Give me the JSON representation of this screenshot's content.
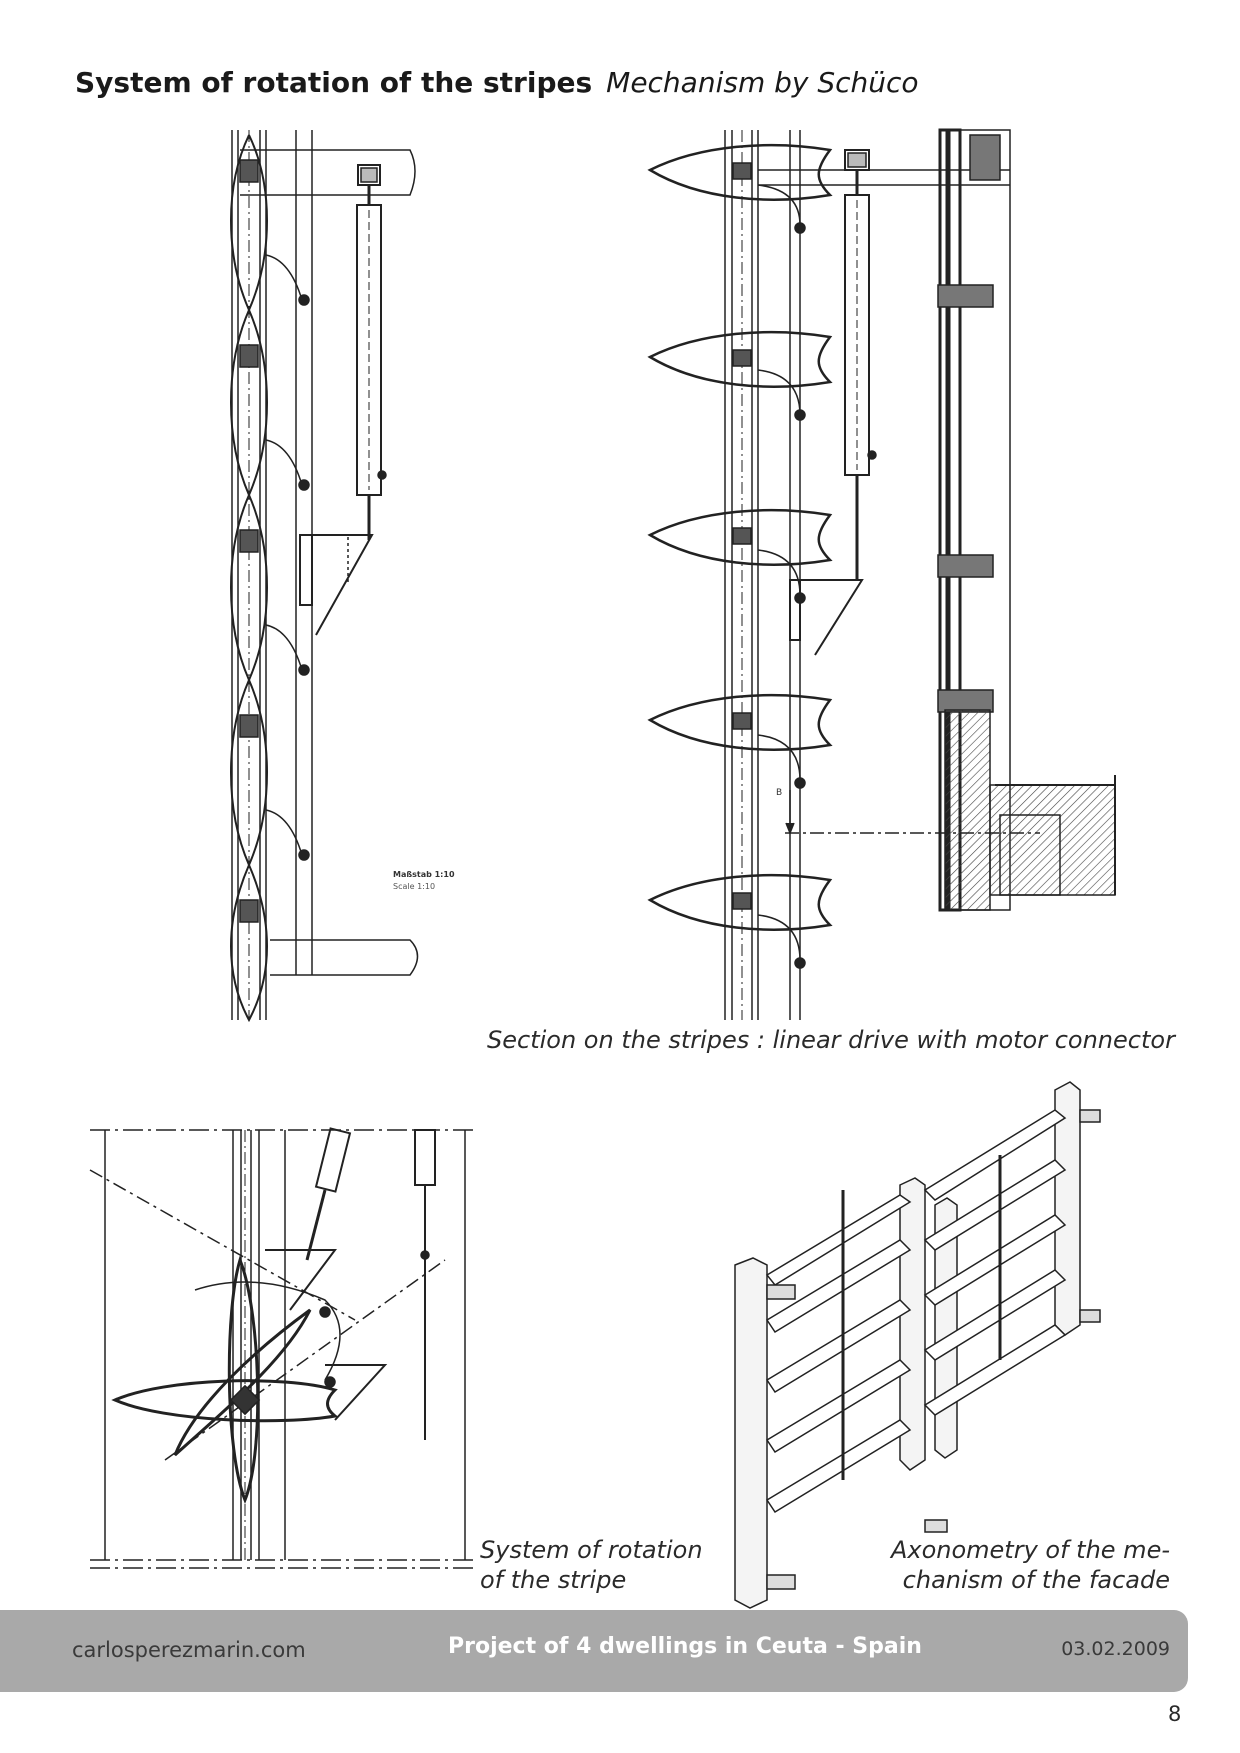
{
  "title": {
    "bold": "System of rotation of the stripes",
    "italic": "Mechanism by Schüco"
  },
  "drawings": {
    "section_left": {
      "scale_de": "Maßstab 1:10",
      "scale_en": "Scale 1:10"
    },
    "section_right": {
      "marker": "B"
    }
  },
  "captions": {
    "section": "Section on the stripes : linear drive with motor connector",
    "rotation_line1": "System of rotation",
    "rotation_line2": "of the stripe",
    "axonometry_line1": "Axonometry of the  me-",
    "axonometry_line2": "chanism of the facade"
  },
  "footer": {
    "website": "carlosperezmarin.com",
    "project": "Project of 4 dwellings in Ceuta - Spain",
    "date": "03.02.2009"
  },
  "page_number": "8"
}
